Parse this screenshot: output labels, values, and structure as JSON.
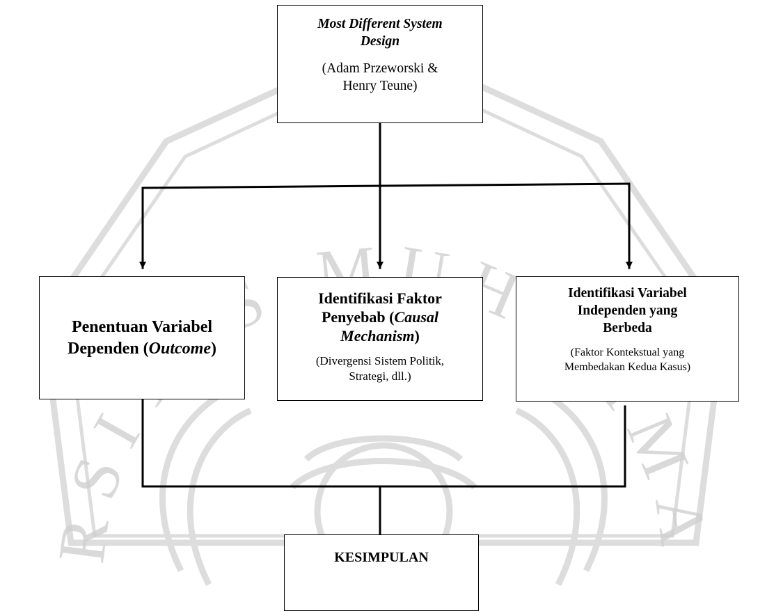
{
  "top": {
    "title_line1": "Most Different System",
    "title_line2": "Design",
    "authors_line1": "(Adam Przeworski &",
    "authors_line2": "Henry Teune)"
  },
  "left": {
    "line1": "Penentuan Variabel",
    "line2_prefix": "Dependen (",
    "line2_italic": "Outcome",
    "line2_suffix": ")"
  },
  "middle": {
    "line1": "Identifikasi Faktor",
    "line2_prefix": "Penyebab (",
    "line2_italic": "Causal",
    "line3_italic": "Mechanism",
    "line3_suffix": ")",
    "note_line1": "(Divergensi Sistem Politik,",
    "note_line2": "Strategi, dll.)"
  },
  "right": {
    "line1": "Identifikasi Variabel",
    "line2": "Independen yang",
    "line3": "Berbeda",
    "note_line1": "(Faktor Kontekstual yang",
    "note_line2": "Membedakan Kedua Kasus)"
  },
  "bottom": {
    "label": "KESIMPULAN"
  },
  "watermark": {
    "text": "UNIVERSITAS MUHAMMADIYAH",
    "color": "#c9c9c9"
  }
}
